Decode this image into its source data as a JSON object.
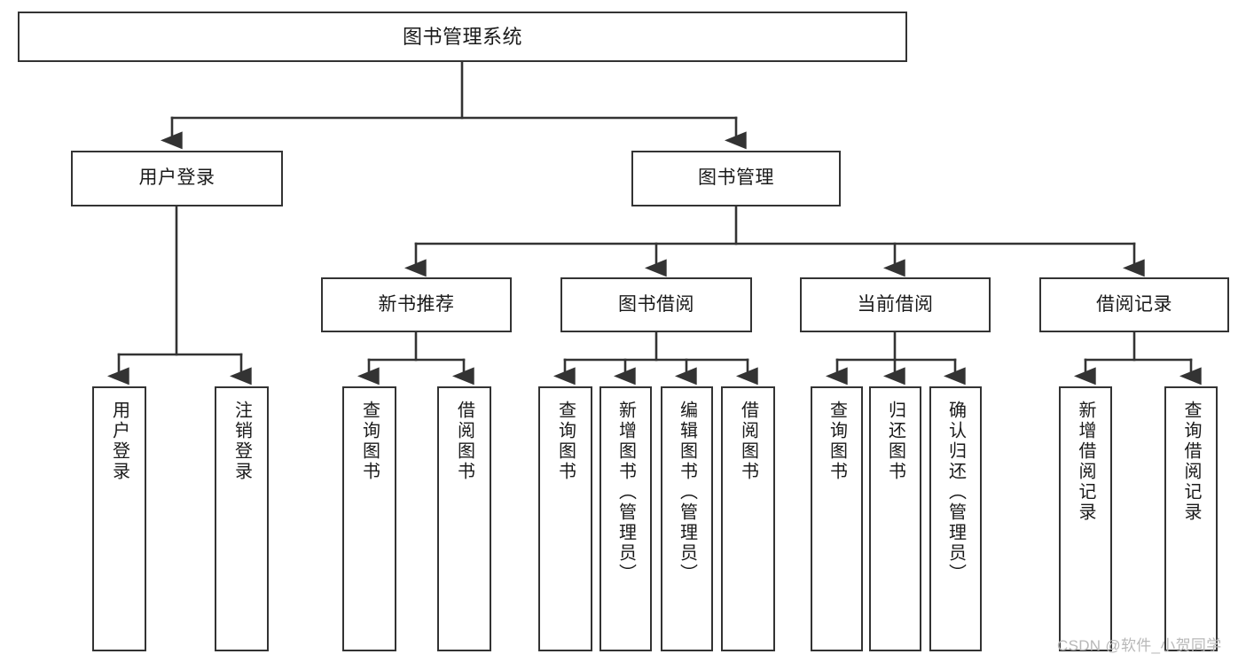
{
  "diagram": {
    "title": "图书管理系统",
    "type": "hierarchy-tree",
    "colors": {
      "box_border": "#333333",
      "box_fill": "#ffffff",
      "connector": "#333333",
      "text": "#1a1a1a",
      "watermark": "#b8b8b8",
      "background": "#ffffff"
    },
    "root": {
      "label": "图书管理系统"
    },
    "level1": [
      {
        "label": "用户登录"
      },
      {
        "label": "图书管理"
      }
    ],
    "level2": [
      {
        "label": "新书推荐"
      },
      {
        "label": "图书借阅"
      },
      {
        "label": "当前借阅"
      },
      {
        "label": "借阅记录"
      }
    ],
    "leaves": {
      "user_login": [
        {
          "label": "用户登录"
        },
        {
          "label": "注销登录"
        }
      ],
      "new_book_recommend": [
        {
          "label": "查询图书"
        },
        {
          "label": "借阅图书"
        }
      ],
      "book_borrow": [
        {
          "label": "查询图书"
        },
        {
          "label": "新增图书（管理员）"
        },
        {
          "label": "编辑图书（管理员）"
        },
        {
          "label": "借阅图书"
        }
      ],
      "current_borrow": [
        {
          "label": "查询图书"
        },
        {
          "label": "归还图书"
        },
        {
          "label": "确认归还（管理员）"
        }
      ],
      "borrow_record": [
        {
          "label": "新增借阅记录"
        },
        {
          "label": "查询借阅记录"
        }
      ]
    }
  },
  "watermark": {
    "text": "CSDN @软件_小贺同学"
  }
}
